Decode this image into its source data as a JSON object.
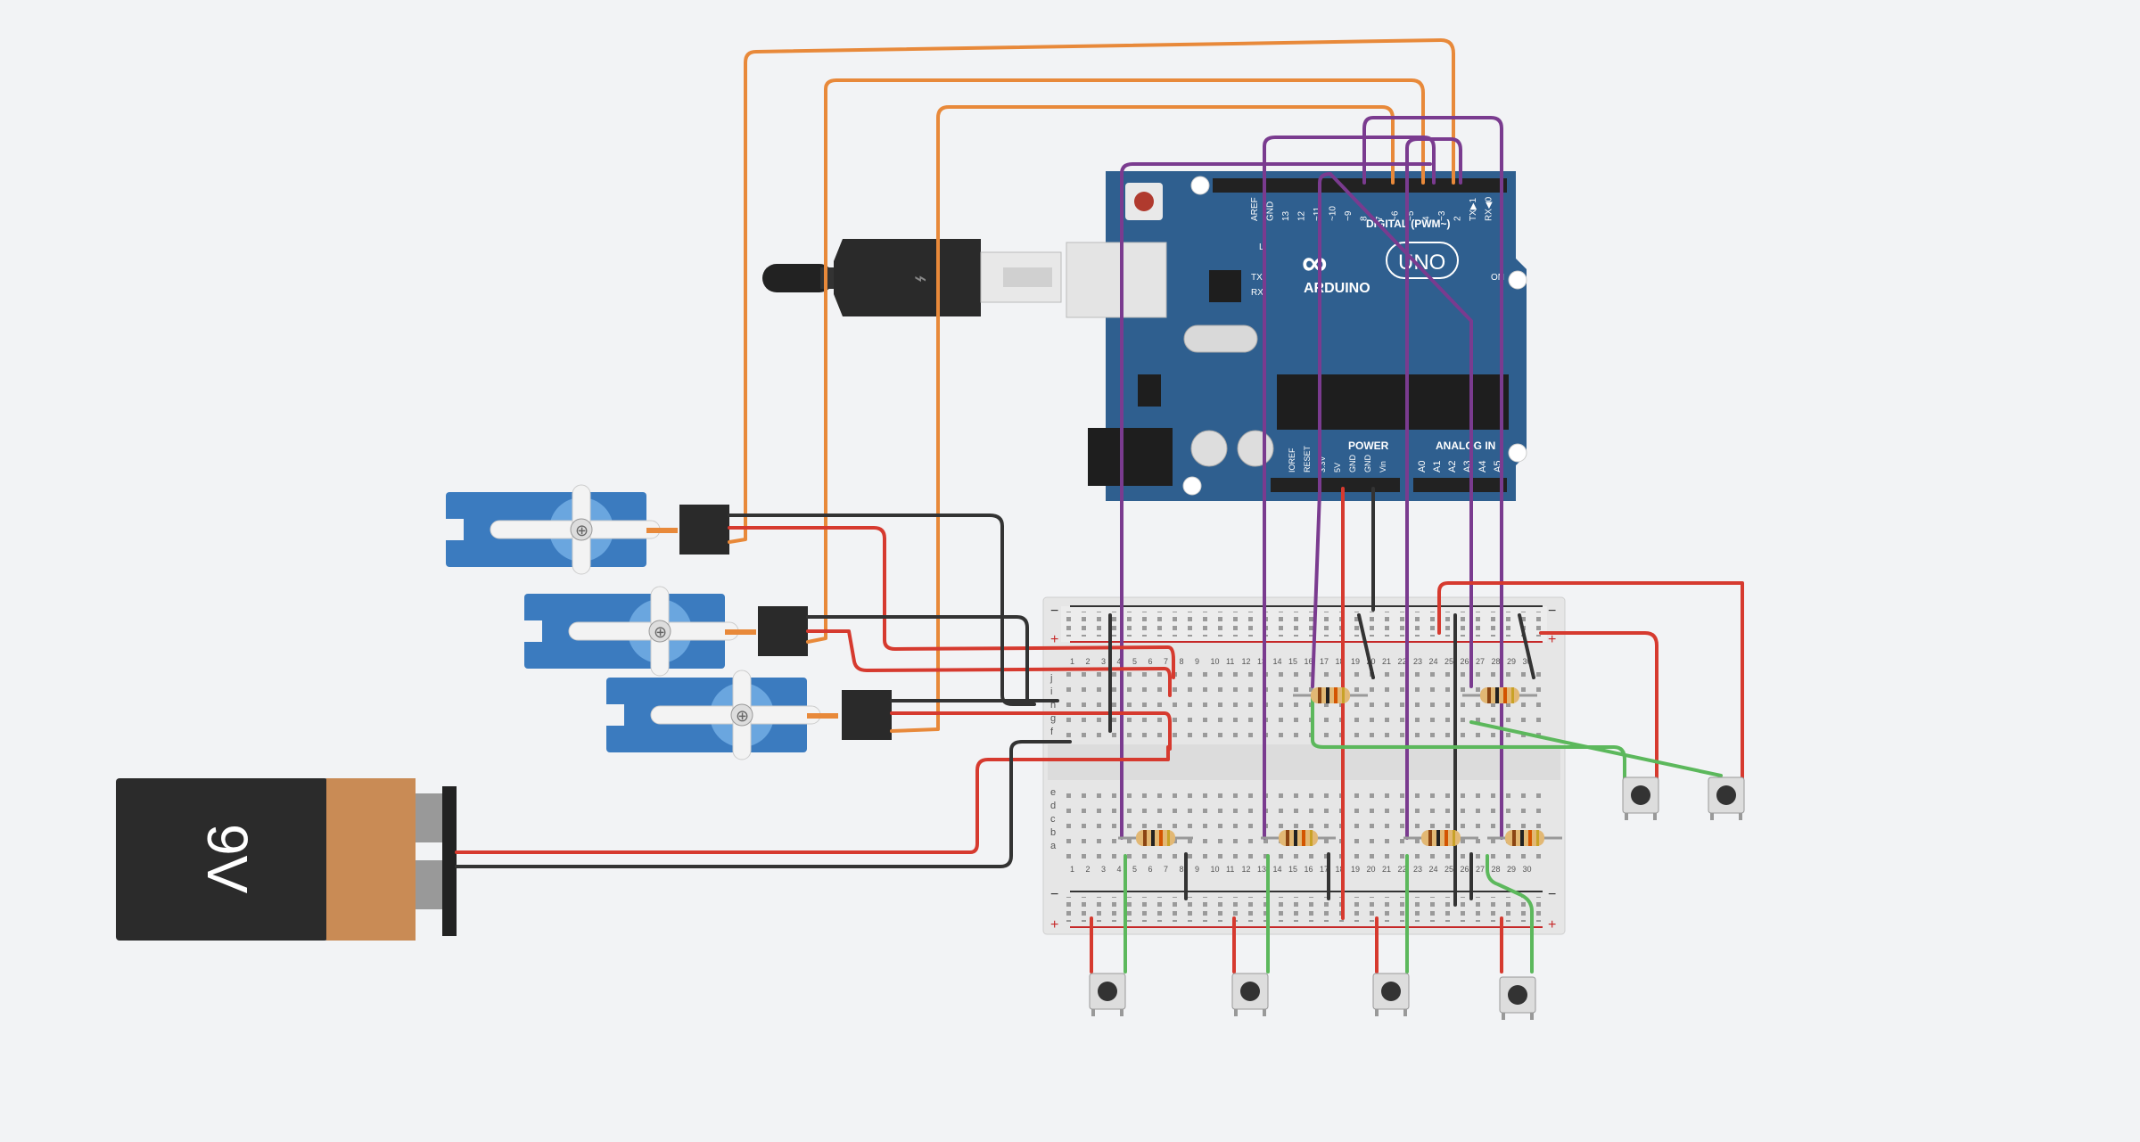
{
  "canvas": {
    "background": "#f2f3f5"
  },
  "arduino": {
    "brand": "ARDUINO",
    "model": "UNO",
    "header_digital": "DIGITAL (PWM~)",
    "header_power": "POWER",
    "header_analog": "ANALOG IN",
    "led_l": "L",
    "led_tx": "TX",
    "led_rx": "RX",
    "on": "ON",
    "digital_pins": [
      "AREF",
      "GND",
      "13",
      "12",
      "~11",
      "~10",
      "~9",
      "8",
      "7",
      "~6",
      "~5",
      "4",
      "~3",
      "2",
      "TX▶1",
      "RX◀0"
    ],
    "power_pins": [
      "IOREF",
      "RESET",
      "3.3V",
      "5V",
      "GND",
      "GND",
      "Vin"
    ],
    "analog_pins": [
      "A0",
      "A1",
      "A2",
      "A3",
      "A4",
      "A5"
    ]
  },
  "battery": {
    "label": "9V"
  },
  "breadboard": {
    "rows_top": [
      "j",
      "i",
      "h",
      "g",
      "f"
    ],
    "rows_bottom": [
      "e",
      "d",
      "c",
      "b",
      "a"
    ],
    "col_numbers": [
      "1",
      "2",
      "3",
      "4",
      "5",
      "6",
      "7",
      "8",
      "9",
      "10",
      "11",
      "12",
      "13",
      "14",
      "15",
      "16",
      "17",
      "18",
      "19",
      "20",
      "21",
      "22",
      "23",
      "24",
      "25",
      "26",
      "27",
      "28",
      "29",
      "30"
    ],
    "rail_plus": "+",
    "rail_minus": "−"
  },
  "colors": {
    "wire_orange": "#e8893a",
    "wire_purple": "#7a3b8f",
    "wire_red": "#d63a2f",
    "wire_black": "#333333",
    "wire_green": "#5cb85c",
    "board_blue": "#2f5f8f",
    "servo_blue": "#3b7bbf",
    "battery_dark": "#2b2b2b",
    "battery_copper": "#c98b55"
  },
  "components": {
    "servos": 3,
    "pushbuttons": 6,
    "resistors": 6
  }
}
